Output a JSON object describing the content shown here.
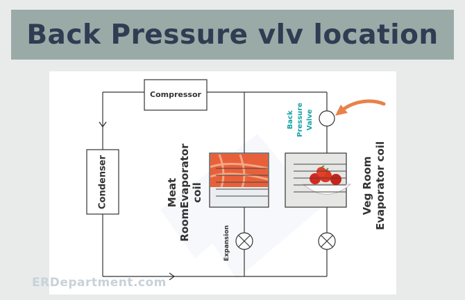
{
  "title": "Back Pressure vlv location",
  "components": {
    "compressor": "Compressor",
    "condenser": "Condenser",
    "meat_coil_lines": [
      "Meat",
      "RoomEvaporator",
      "coil"
    ],
    "veg_coil_lines": [
      "Veg Room",
      "Evaporator coil"
    ],
    "back_pressure_valve_lines": [
      "Back",
      "Pressure",
      "Valve"
    ],
    "expansion": "Expansion"
  },
  "watermark": "ERDepartment.com",
  "colors": {
    "banner": "#9aaaa7",
    "title_text": "#2f3c52",
    "line": "#333333",
    "valve_label": "#17a2a6",
    "arrow": "#e8824a"
  },
  "icons": {
    "valve": "circle-valve-icon",
    "expansion_valve": "crossed-circle-valve-icon",
    "pointer": "curved-arrow-icon",
    "meat_image": "salmon-fillet-image",
    "veg_image": "tomato-bowl-image"
  }
}
